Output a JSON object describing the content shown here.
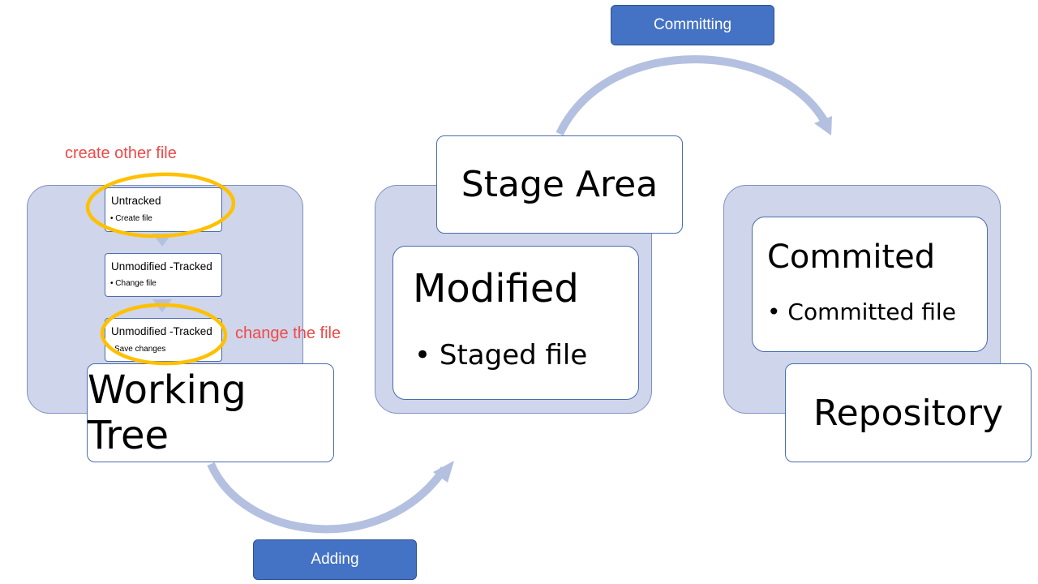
{
  "working_tree": {
    "title": "Working Tree",
    "states": [
      {
        "title": "Untracked",
        "bullet": "• Create file"
      },
      {
        "title": "Unmodified -Tracked",
        "bullet": "• Change file"
      },
      {
        "title": "Unmodified -Tracked",
        "bullet": "Save changes"
      }
    ],
    "annotations": {
      "top": "create other file",
      "side": "change the file"
    }
  },
  "stage_area": {
    "title": "Stage Area",
    "card_title": "Modified",
    "bullet": "• Staged file"
  },
  "repository": {
    "title": "Repository",
    "card_title": "Commited",
    "bullet": "• Committed file"
  },
  "actions": {
    "adding": "Adding",
    "committing": "Committing"
  },
  "colors": {
    "panel": "#cfd5ea",
    "arrow": "#b4c0e0",
    "button": "#4472c4",
    "highlight": "#ffc000",
    "annotation": "#f04848"
  }
}
